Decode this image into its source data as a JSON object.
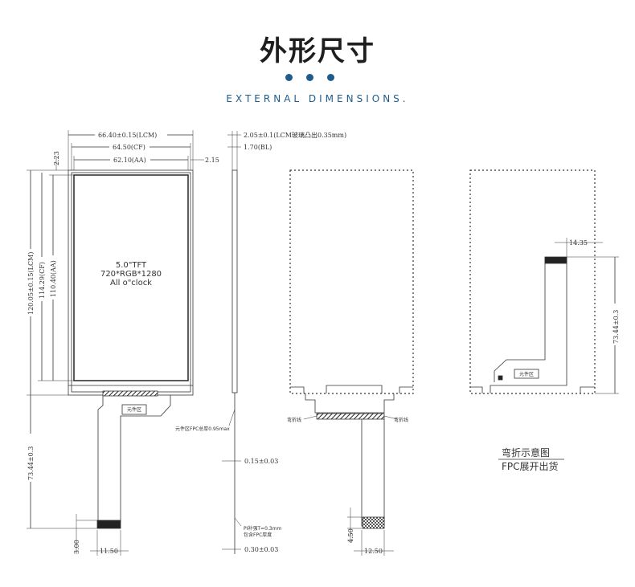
{
  "header": {
    "title": "外形尺寸",
    "subtitle": "EXTERNAL DIMENSIONS."
  },
  "front": {
    "lcm_width": "66.40±0.15(LCM)",
    "cf_width": "64.50(CF)",
    "aa_width": "62.10(AA)",
    "side_offset": "2.15",
    "top_offset": "2.23",
    "lcm_height": "120.05±0.15(LCM)",
    "cf_height": "114.29(CF)",
    "aa_height": "110.40(AA)",
    "panel_line1": "5.0\"TFT",
    "panel_line2": "720*RGB*1280",
    "panel_line3": "All o\"clock",
    "fpc_length": "73.44±0.3",
    "tail_height": "3.00",
    "tail_width": "11.50",
    "fpc_label": "元件区"
  },
  "side": {
    "glass": "2.05±0.1(LCM玻璃凸出0.35mm)",
    "bl": "1.70(BL)",
    "fpc_note": "元件区FPC总厚0.95max",
    "fpc_thickness": "0.15±0.03",
    "pi_note1": "PI补强T=0.3mm",
    "pi_note2": "包含FPC厚度",
    "pi_thickness": "0.30±0.03"
  },
  "back": {
    "label_left": "弯折线",
    "label_right": "弯折线",
    "tail_height": "4.50",
    "tail_width": "12.50"
  },
  "bent": {
    "offset": "14.35",
    "length": "73.44±0.3",
    "fpc_label": "元件区"
  },
  "caption": {
    "line1": "弯折示意图",
    "line2": "FPC展开出货"
  }
}
